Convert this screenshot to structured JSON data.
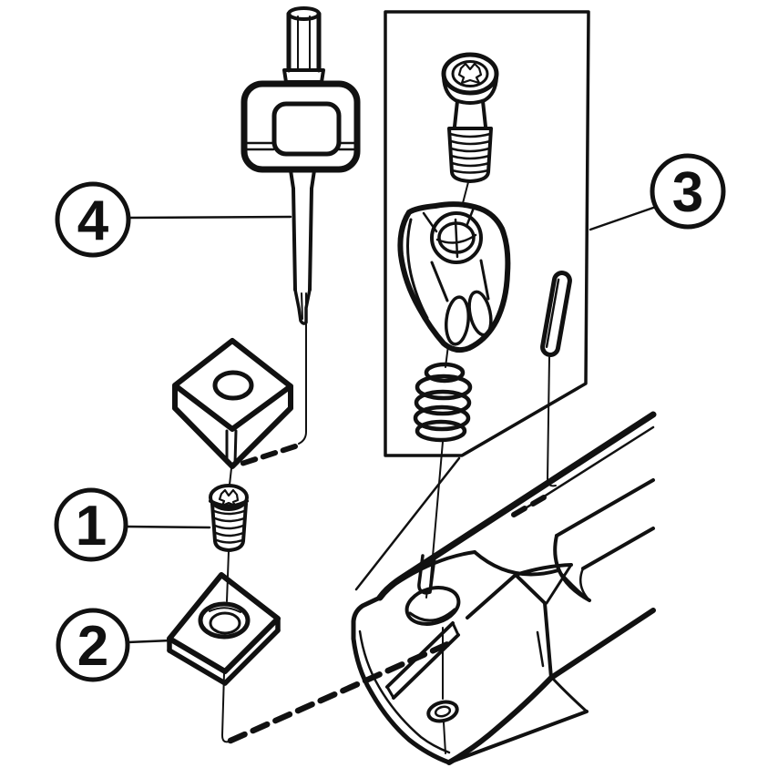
{
  "diagram": {
    "kind": "exploded-assembly-line-drawing",
    "background_color": "#ffffff",
    "line_color": "#111111",
    "callouts": [
      {
        "label": "1",
        "part": "insert-screw"
      },
      {
        "label": "2",
        "part": "cutting-insert"
      },
      {
        "label": "3",
        "part": "clamp-kit"
      },
      {
        "label": "4",
        "part": "torque-key"
      }
    ]
  }
}
